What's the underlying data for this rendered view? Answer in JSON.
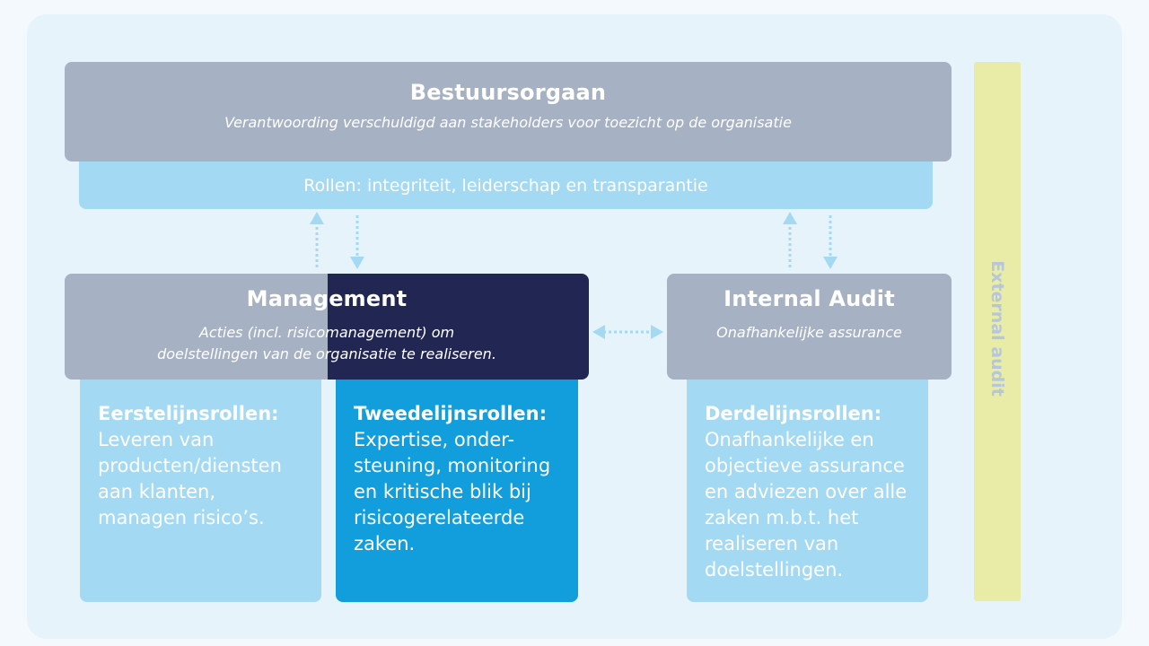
{
  "board": {
    "title": "Bestuursorgaan",
    "subtitle": "Verantwoording verschuldigd aan stakeholders voor toezicht op de organisatie",
    "roles": "Rollen: integriteit, leiderschap en transparantie"
  },
  "management": {
    "title": "Management",
    "subtitle_line1": "Acties (incl. risicomanagement) om",
    "subtitle_line2": "doelstellingen van de organisatie te realiseren."
  },
  "internal_audit": {
    "title": "Internal Audit",
    "subtitle": "Onafhankelijke assurance"
  },
  "first_line": {
    "heading": "Eerstelijnsrollen:",
    "lines": [
      "Leveren van",
      "producten/diensten",
      "aan klanten,",
      "managen risico’s."
    ]
  },
  "second_line": {
    "heading": "Tweedelijnsrollen:",
    "lines": [
      "Expertise, onder-",
      "steuning, monitoring",
      "en kritische blik bij",
      "risicogerelateerde",
      "zaken."
    ]
  },
  "third_line": {
    "heading": "Derdelijnsrollen:",
    "lines": [
      "Onafhankelijke en",
      "objectieve assurance",
      "en adviezen over alle",
      "zaken m.b.t. het",
      "realiseren van",
      "doelstellingen."
    ]
  },
  "external_audit": {
    "label": "External audit"
  },
  "colors": {
    "gray": "#a7b1c4",
    "navy": "#222653",
    "light_blue": "#a3d9f2",
    "blue": "#129ddc",
    "external": "#e8eca7",
    "arrow": "#a3d9f2"
  }
}
